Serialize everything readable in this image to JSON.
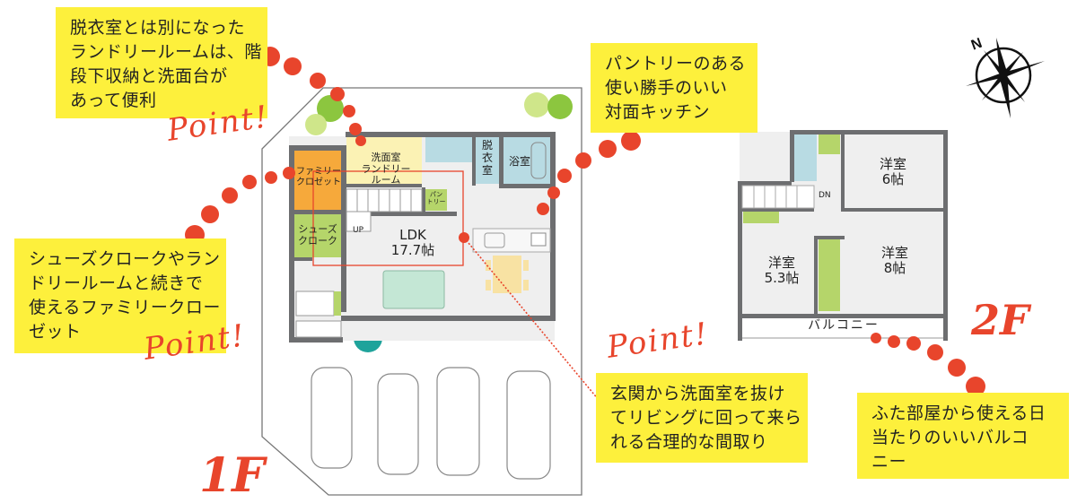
{
  "notes": {
    "laundry": {
      "lines": [
        "脱衣室とは別になった",
        "ランドリールームは、階",
        "段下収納と洗面台が",
        "あって便利"
      ]
    },
    "pantry": {
      "lines": [
        "パントリーのある",
        "使い勝手のいい",
        "対面キッチン"
      ]
    },
    "closet": {
      "lines": [
        "シューズクロークやラン",
        "ドリールームと続きで",
        "使えるファミリークロー",
        "ゼット"
      ]
    },
    "circulation": {
      "lines": [
        "玄関から洗面室を抜け",
        "てリビングに回って来ら",
        "れる合理的な間取り"
      ]
    },
    "balcony": {
      "lines": [
        "ふた部屋から使える日",
        "当たりのいいバルコ",
        "ニー"
      ]
    }
  },
  "point_label": "Point!",
  "floors": {
    "first": {
      "label": "1F",
      "rooms": {
        "washroom": [
          "洗面室",
          "ランドリー",
          "ルーム"
        ],
        "dressing": [
          "脱",
          "衣",
          "室"
        ],
        "bath": "浴室",
        "family_closet": [
          "ファミリー",
          "クロゼット"
        ],
        "pantry": [
          "パン",
          "トリー"
        ],
        "shoes_cloak": [
          "シューズ",
          "クローク"
        ],
        "stairs_up": "UP",
        "ldk_name": "LDK",
        "ldk_size": "17.7帖"
      }
    },
    "second": {
      "label": "2F",
      "rooms": {
        "room_6": [
          "洋室",
          "6帖"
        ],
        "room_8": [
          "洋室",
          "8帖"
        ],
        "room_53": [
          "洋室",
          "5.3帖"
        ],
        "stairs_down": "DN",
        "balcony": "バルコニー"
      }
    }
  },
  "compass": {
    "north_label": "N"
  },
  "colors": {
    "accent": "#e8452c",
    "note_bg": "#fdf03c",
    "wall": "#6d6e70",
    "floor": "#efefef",
    "wet": "#b8dbe3",
    "washroom": "#fbf2b4",
    "closet_orange": "#f6a93b",
    "storage_green": "#b5d56a"
  }
}
